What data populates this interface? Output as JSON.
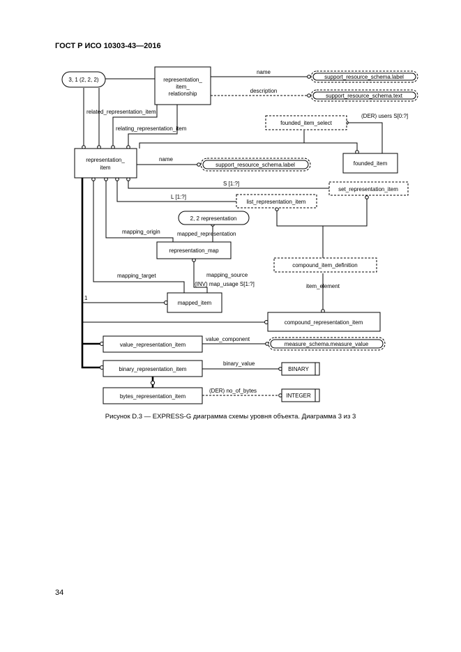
{
  "header": "ГОСТ Р ИСО 10303-43—2016",
  "page_number": "34",
  "caption": "Рисунок D.3 — EXPRESS-G диаграмма схемы уровня объекта. Диаграмма 3 из 3",
  "diagram": {
    "page_ref_1": "3, 1 (2, 2, 2)",
    "page_ref_2": "2, 2 representation",
    "entity_rir_1": "representation_",
    "entity_rir_2": "item_",
    "entity_rir_3": "relationship",
    "entity_ri_1": "representation_",
    "entity_ri_2": "item",
    "entity_founded_item": "founded_item",
    "entity_set_item": "set_representation_item",
    "entity_list_item": "list_representation_item",
    "entity_rep_map": "representation_map",
    "entity_mapped_item": "mapped_item",
    "entity_compound_item": "compound_representation_item",
    "entity_value_item": "value_representation_item",
    "entity_binary_item": "binary_representation_item",
    "entity_bytes_item": "bytes_representation_item",
    "select_founded": "founded_item_select",
    "select_compound": "compound_item_definition",
    "ref_label_1": "support_resource_schema.label",
    "ref_text": "support_resource_schema.text",
    "ref_label_2": "support_resource_schema.label",
    "ref_measure": "measure_schema.measure_value",
    "type_binary": "BINARY",
    "type_integer": "INTEGER",
    "attr_name_1": "name",
    "attr_description": "description",
    "attr_related": "related_representation_item",
    "attr_relating": "relating_representation_item",
    "attr_users": "(DER) users S[0:?]",
    "attr_name_2": "name",
    "attr_set": "S [1:?]",
    "attr_list": "L [1:?]",
    "attr_mapped_rep": "mapped_representation",
    "attr_mapping_origin": "mapping_origin",
    "attr_mapping_target": "mapping_target",
    "attr_mapping_source": "mapping_source",
    "attr_map_usage": "(INV) map_usage S[1:?]",
    "attr_item_element": "item_element",
    "attr_one": "1",
    "attr_value_component": "value_component",
    "attr_binary_value": "binary_value",
    "attr_no_of_bytes": "(DER) no_of_bytes"
  }
}
